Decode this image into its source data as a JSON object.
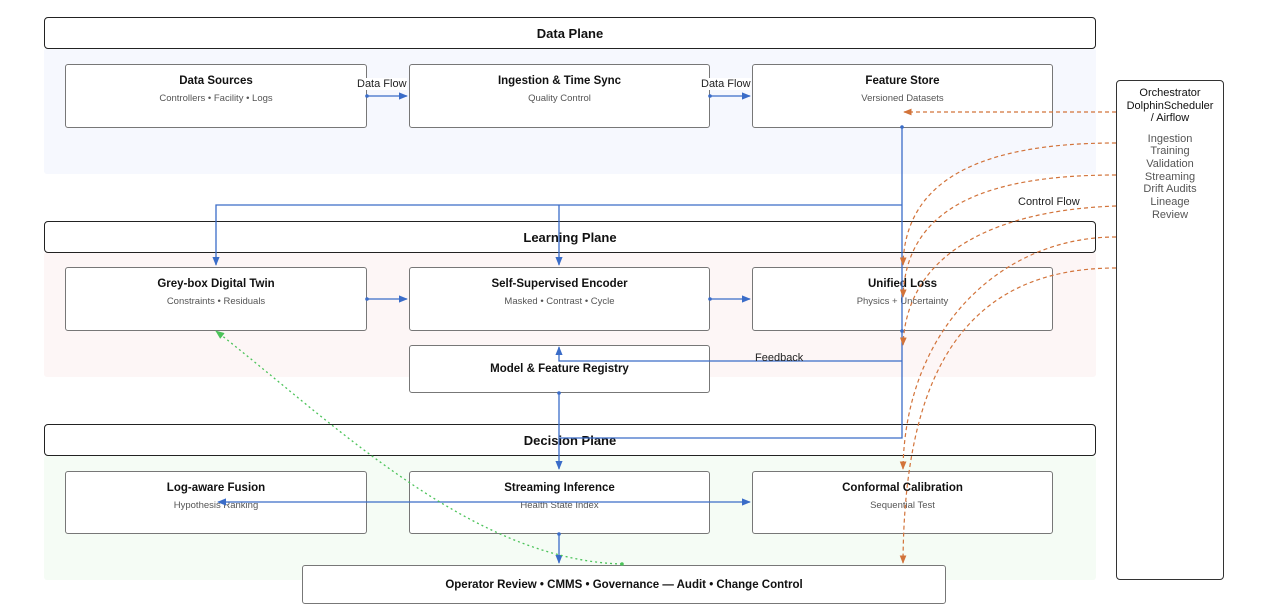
{
  "planes": {
    "data": {
      "title": "Data Plane",
      "bg": "#f6f8fe"
    },
    "learning": {
      "title": "Learning Plane",
      "bg": "#fdf6f6"
    },
    "decision": {
      "title": "Decision Plane",
      "bg": "#f5fcf5"
    }
  },
  "nodes": {
    "data_sources": {
      "title": "Data Sources",
      "sub": "Controllers • Facility • Logs"
    },
    "ingestion": {
      "title": "Ingestion & Time Sync",
      "sub": "Quality Control"
    },
    "feature_store": {
      "title": "Feature Store",
      "sub": "Versioned Datasets"
    },
    "grey_box": {
      "title": "Grey-box Digital Twin",
      "sub": "Constraints • Residuals"
    },
    "encoder": {
      "title": "Self-Supervised Encoder",
      "sub": "Masked • Contrast • Cycle"
    },
    "unified_loss": {
      "title": "Unified Loss",
      "sub": "Physics + Uncertainty"
    },
    "registry": {
      "title": "Model & Feature Registry"
    },
    "fusion": {
      "title": "Log-aware Fusion",
      "sub": "Hypothesis Ranking"
    },
    "streaming": {
      "title": "Streaming Inference",
      "sub": "Health State Index"
    },
    "conformal": {
      "title": "Conformal Calibration",
      "sub": "Sequential Test"
    },
    "operator": {
      "title": "Operator Review • CMMS • Governance — Audit • Change Control"
    }
  },
  "orchestrator": {
    "title_lines": [
      "Orchestrator",
      "DolphinScheduler",
      "/ Airflow"
    ],
    "items": [
      "Ingestion",
      "Training",
      "Validation",
      "Streaming",
      "Drift Audits",
      "Lineage",
      "Review"
    ]
  },
  "edge_labels": {
    "data_flow_1": "Data Flow",
    "data_flow_2": "Data Flow",
    "control_flow": "Control Flow",
    "feedback": "Feedback"
  },
  "colors": {
    "data_flow": "#3a6cc8",
    "control_flow": "#d2733a",
    "feedback_flow": "#4cc35a"
  }
}
